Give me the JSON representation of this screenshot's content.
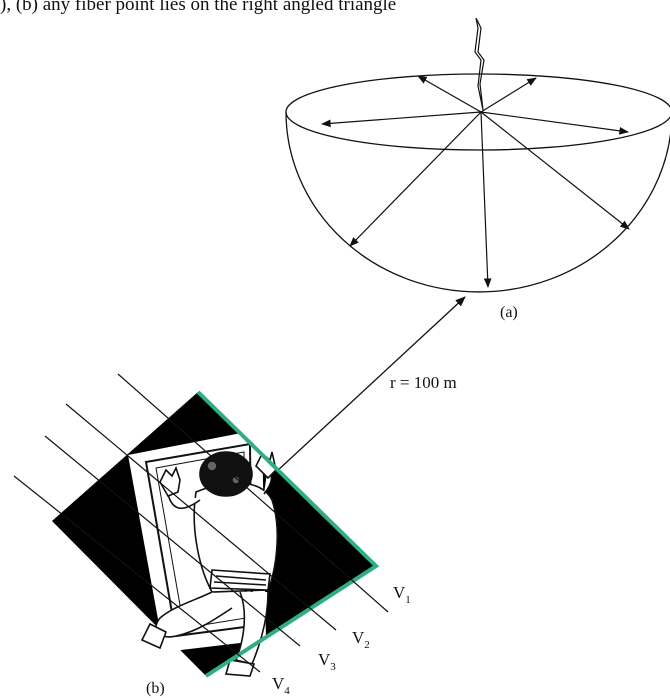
{
  "caption": "), (b) any fiber point lies on the right angled triangle",
  "labels": {
    "a": "(a)",
    "b": "(b)",
    "radius": "r = 100 m",
    "v_letter": "V",
    "v1_sub": "1",
    "v2_sub": "2",
    "v3_sub": "3",
    "v4_sub": "4"
  },
  "colors": {
    "ink": "#111111",
    "screen_green": "#2fae82",
    "fill_black": "#000000"
  }
}
